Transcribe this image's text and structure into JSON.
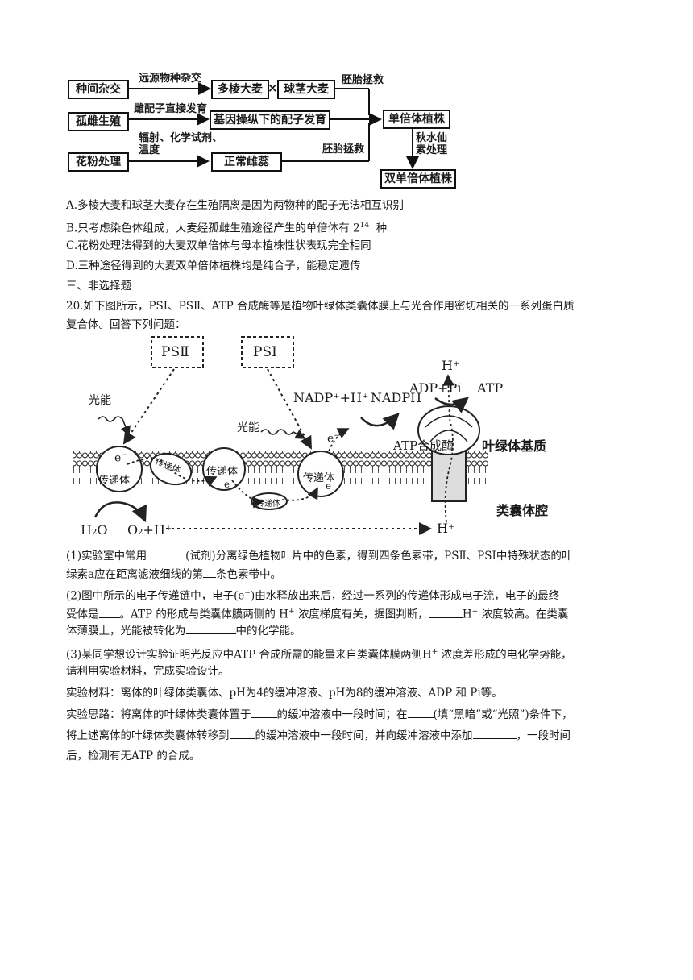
{
  "flowchart": {
    "box_hybrid": "种间杂交",
    "box_multi_barley": "多棱大麦",
    "box_times": "×",
    "box_bulb_barley": "球茎大麦",
    "label_distant": "远源物种杂交",
    "label_embryo1": "胚胎拯救",
    "box_gynogenesis": "孤雌生殖",
    "label_female_gamete": "雌配子直接发育",
    "box_gene_control": "基因操纵下的配子发育",
    "box_haploid": "单倍体植株",
    "label_colchicine": "秋水仙\n素处理",
    "box_pollen": "花粉处理",
    "label_radiation": "辐射、化学试剂、\n温度",
    "box_normal_pistil": "正常雌蕊",
    "label_embryo2": "胚胎拯救",
    "box_double_haploid": "双单倍体植株"
  },
  "options": [
    "A.多棱大麦和球茎大麦存在生殖隔离是因为两物种的配子无法相互识别",
    "B.只考虑染色体组成，大麦经孤雌生殖途径产生的单倍体有 2",
    "C.花粉处理法得到的大麦双单倍体与母本植株性状表现完全相同",
    "D.三种途径得到的大麦双单倍体植株均是纯合子，能稳定遗传"
  ],
  "option_b_sup": "14",
  "option_b_tail": "  种",
  "section_title": "三、非选择题",
  "q20": {
    "stem_line1": "20.如下图所示，PSI、PSⅡ、ATP 合成酶等是植物叶绿体类囊体膜上与光合作用密切相关的一系列蛋白质",
    "stem_line2": "复合体。回答下列问题：",
    "p1_a": "(1)实验室中常用",
    "p1_b": "(试剂)分离绿色植物叶片中的色素，得到四条色素带，PSⅡ、PSI中特殊状态的叶",
    "p1_c": "绿素a应在距离滤液细线的第",
    "p1_d": "条色素带中。",
    "p2_a": "(2)图中所示的电子传递链中，电子(e",
    "p2_b": ")由水释放出来后，经过一系列的传递体形成电子流，电子的最终",
    "p2_c": "受体是",
    "p2_d": "。ATP 的形成与类囊体膜两侧的 H",
    "p2_e": "浓度梯度有关，据图判断，",
    "p2_f": "H",
    "p2_g": "浓度较高。在类囊",
    "p2_h": "体薄膜上，光能被转化为",
    "p2_i": "中的化学能。",
    "p3_a": "(3)某同学想设计实验证明光反应中ATP 合成所需的能量来自类囊体膜两侧H",
    "p3_b": "浓度差形成的电化学势能，",
    "p3_c": "请利用实验材料，完成实验设计。",
    "materials": "实验材料：离体的叶绿体类囊体、pH为4的缓冲溶液、pH为8的缓冲溶液、ADP 和 Pi等。",
    "idea_a": "实验思路：将离体的叶绿体类囊体置于",
    "idea_b": "的缓冲溶液中一段时间；在",
    "idea_c": "(填“黑暗”或“光照”)条件下，",
    "idea_d": "将上述离体的叶绿体类囊体转移到",
    "idea_e": "的缓冲溶液中一段时间，并向缓冲溶液中添加",
    "idea_f": "，一段时间",
    "idea_g": "后，检测有无ATP 的合成。",
    "sup_plus": "+",
    "sup_minus": "−"
  },
  "diagram": {
    "psii": "PSⅡ",
    "psi": "PSⅠ",
    "light1": "光能",
    "light2": "光能",
    "carrier": "传递体",
    "electron": "e",
    "nadp": "NADP⁺+H⁺",
    "nadph": "NADPH",
    "adp": "ADP+Pi",
    "atp": "ATP",
    "hplus_top": "H⁺",
    "atp_synthase": "ATP合成酶",
    "stroma": "叶绿体基质",
    "lumen": "类囊体腔",
    "h2o": "H₂O",
    "o2": "O₂+H⁺",
    "hplus_bottom": "H⁺"
  }
}
